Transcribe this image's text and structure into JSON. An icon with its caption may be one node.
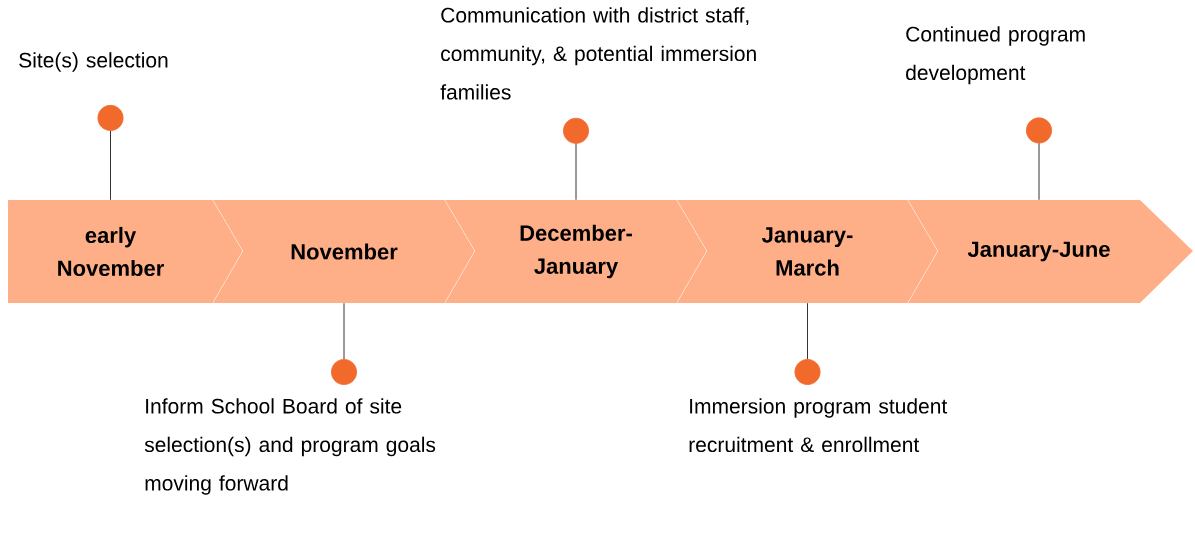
{
  "diagram": {
    "nodes": [
      {
        "text": [
          "Site(s) selection"
        ]
      },
      {
        "text": [
          "Communication with district staff, community, & potential immersion families"
        ]
      },
      {
        "text": [
          "Continued program development"
        ]
      },
      {
        "text": [
          "early November"
        ]
      },
      {
        "text": [
          "November"
        ]
      },
      {
        "text": [
          "December-January"
        ]
      },
      {
        "text": [
          "January-March"
        ]
      },
      {
        "text": [
          "January-June"
        ]
      },
      {
        "text": [
          "Inform School Board of site selection(s) and program goals moving forward"
        ]
      },
      {
        "text": [
          "Immersion program student recruitment & enrollment"
        ]
      }
    ],
    "edges": [
      {
        "from": 0,
        "to": 3,
        "arrow": "other"
      },
      {
        "from": 1,
        "to": 5,
        "arrow": "other"
      },
      {
        "from": 2,
        "to": 7,
        "arrow": "other"
      },
      {
        "from": 8,
        "to": 4,
        "arrow": "other"
      },
      {
        "from": 9,
        "to": 6,
        "arrow": "other"
      }
    ]
  }
}
